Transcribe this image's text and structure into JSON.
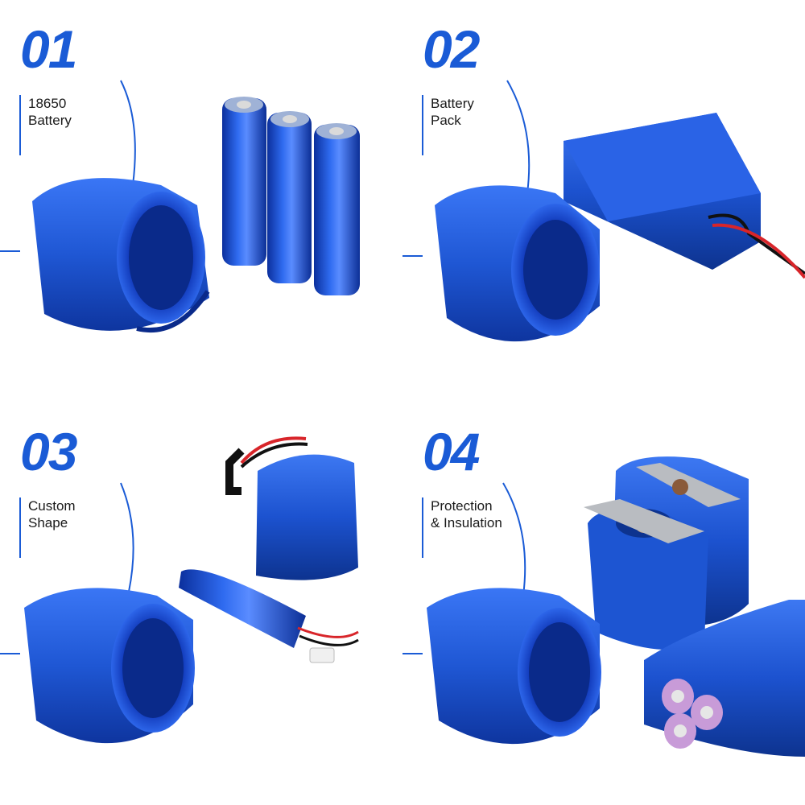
{
  "colors": {
    "accent": "#1a5bd6",
    "film_blue": "#1f57d4",
    "film_dark": "#0a2a8a"
  },
  "panels": [
    {
      "number": "01",
      "label_line1": "18650",
      "label_line2": "Battery"
    },
    {
      "number": "02",
      "label_line1": "Battery",
      "label_line2": "Pack"
    },
    {
      "number": "03",
      "label_line1": "Custom",
      "label_line2": "Shape"
    },
    {
      "number": "04",
      "label_line1": "Protection",
      "label_line2": "& Insulation"
    }
  ]
}
